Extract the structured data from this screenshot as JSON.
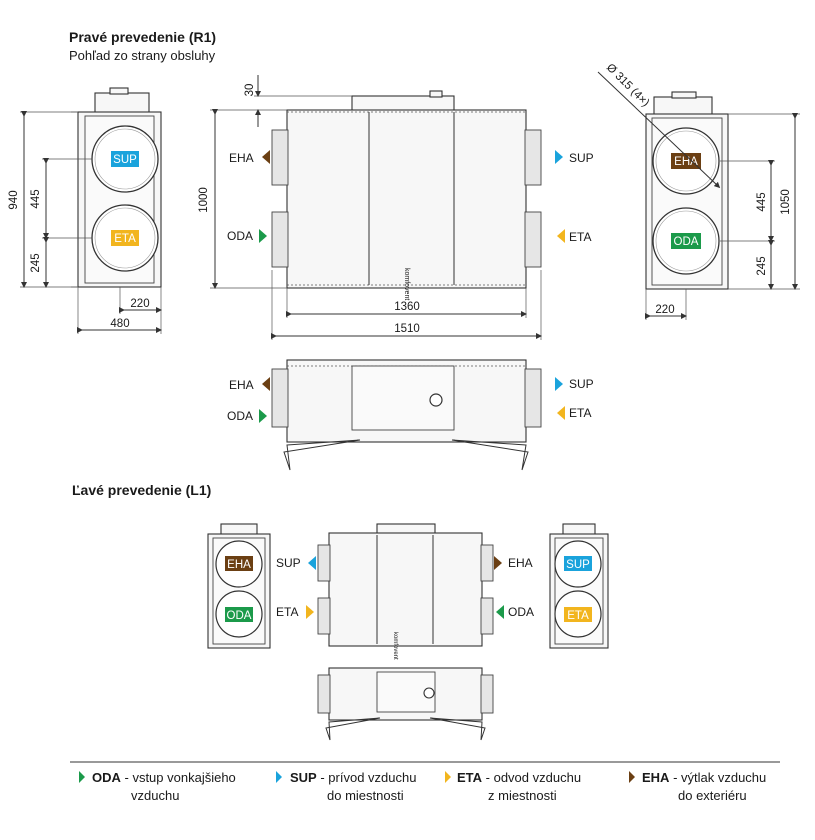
{
  "titles": {
    "right_heading": "Pravé prevedenie (R1)",
    "right_sub": "Pohľad zo strany obsluhy",
    "left_heading": "Ľavé prevedenie (L1)"
  },
  "dimensions": {
    "d940": "940",
    "d445": "445",
    "d245": "245",
    "d220": "220",
    "d480": "480",
    "d30": "30",
    "d1000": "1000",
    "d1360": "1360",
    "d1510": "1510",
    "d1050": "1050",
    "d445b": "445",
    "d245b": "245",
    "d220b": "220",
    "diameter": "Ø 315 (4×)"
  },
  "labels": {
    "eha": "EHA",
    "oda": "ODA",
    "sup": "SUP",
    "eta": "ETA",
    "brand": "komfovent"
  },
  "colors": {
    "sup": "#1aa3dc",
    "eta": "#f2b51e",
    "eha": "#6b3f13",
    "oda": "#1b9a4a"
  },
  "legend": [
    {
      "code": "ODA",
      "line1": " - vstup vonkajšieho",
      "line2": "vzduchu",
      "arrow_color": "#1b9a4a"
    },
    {
      "code": "SUP",
      "line1": " - prívod vzduchu",
      "line2": "do miestnosti",
      "arrow_color": "#1aa3dc"
    },
    {
      "code": "ETA",
      "line1": " - odvod vzduchu",
      "line2": "z miestnosti",
      "arrow_color": "#f2b51e"
    },
    {
      "code": "EHA",
      "line1": " - výtlak vzduchu",
      "line2": "do exteriéru",
      "arrow_color": "#6b3f13"
    }
  ]
}
